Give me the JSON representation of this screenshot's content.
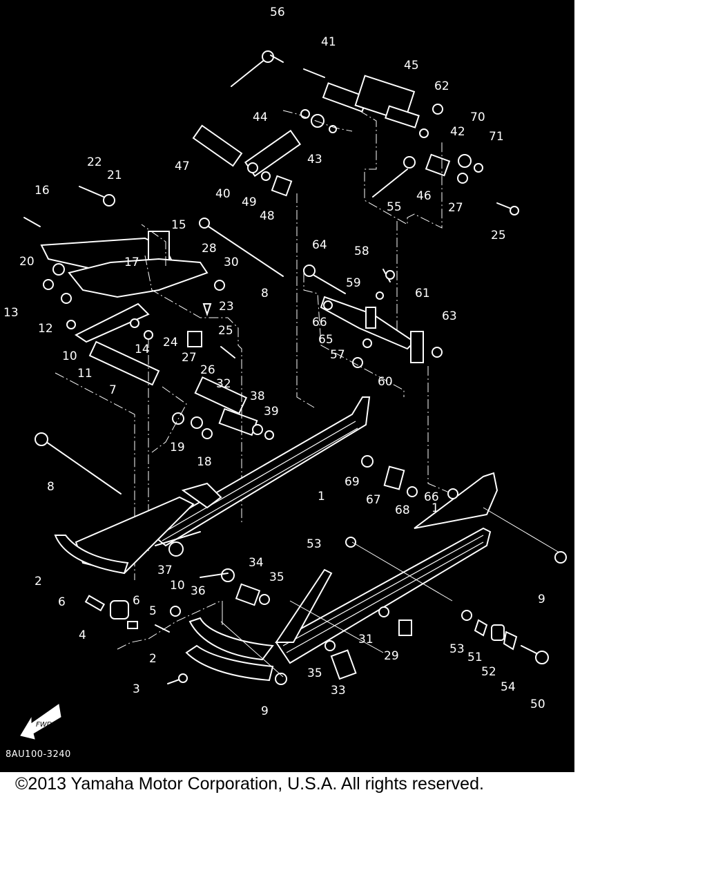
{
  "diagram": {
    "background_color": "#000000",
    "line_color": "#ffffff",
    "code": "8AU100-3240",
    "fwd_icon_label": "FWD",
    "part_numbers": [
      "56",
      "41",
      "45",
      "62",
      "70",
      "71",
      "44",
      "42",
      "43",
      "47",
      "40",
      "49",
      "48",
      "46",
      "27",
      "25",
      "55",
      "22",
      "21",
      "16",
      "15",
      "28",
      "30",
      "64",
      "58",
      "8",
      "59",
      "61",
      "63",
      "20",
      "17",
      "23",
      "13",
      "66",
      "65",
      "57",
      "12",
      "25",
      "24",
      "27",
      "26",
      "60",
      "10",
      "11",
      "14",
      "32",
      "38",
      "39",
      "7",
      "19",
      "18",
      "69",
      "67",
      "68",
      "66",
      "8",
      "1",
      "1",
      "53",
      "9",
      "37",
      "34",
      "35",
      "36",
      "10",
      "6",
      "6",
      "5",
      "4",
      "2",
      "31",
      "29",
      "53",
      "51",
      "52",
      "54",
      "2",
      "3",
      "35",
      "33",
      "9",
      "50"
    ]
  },
  "copyright": {
    "text": "©2013 Yamaha Motor Corporation, U.S.A. All rights reserved.",
    "color": "#000000"
  }
}
